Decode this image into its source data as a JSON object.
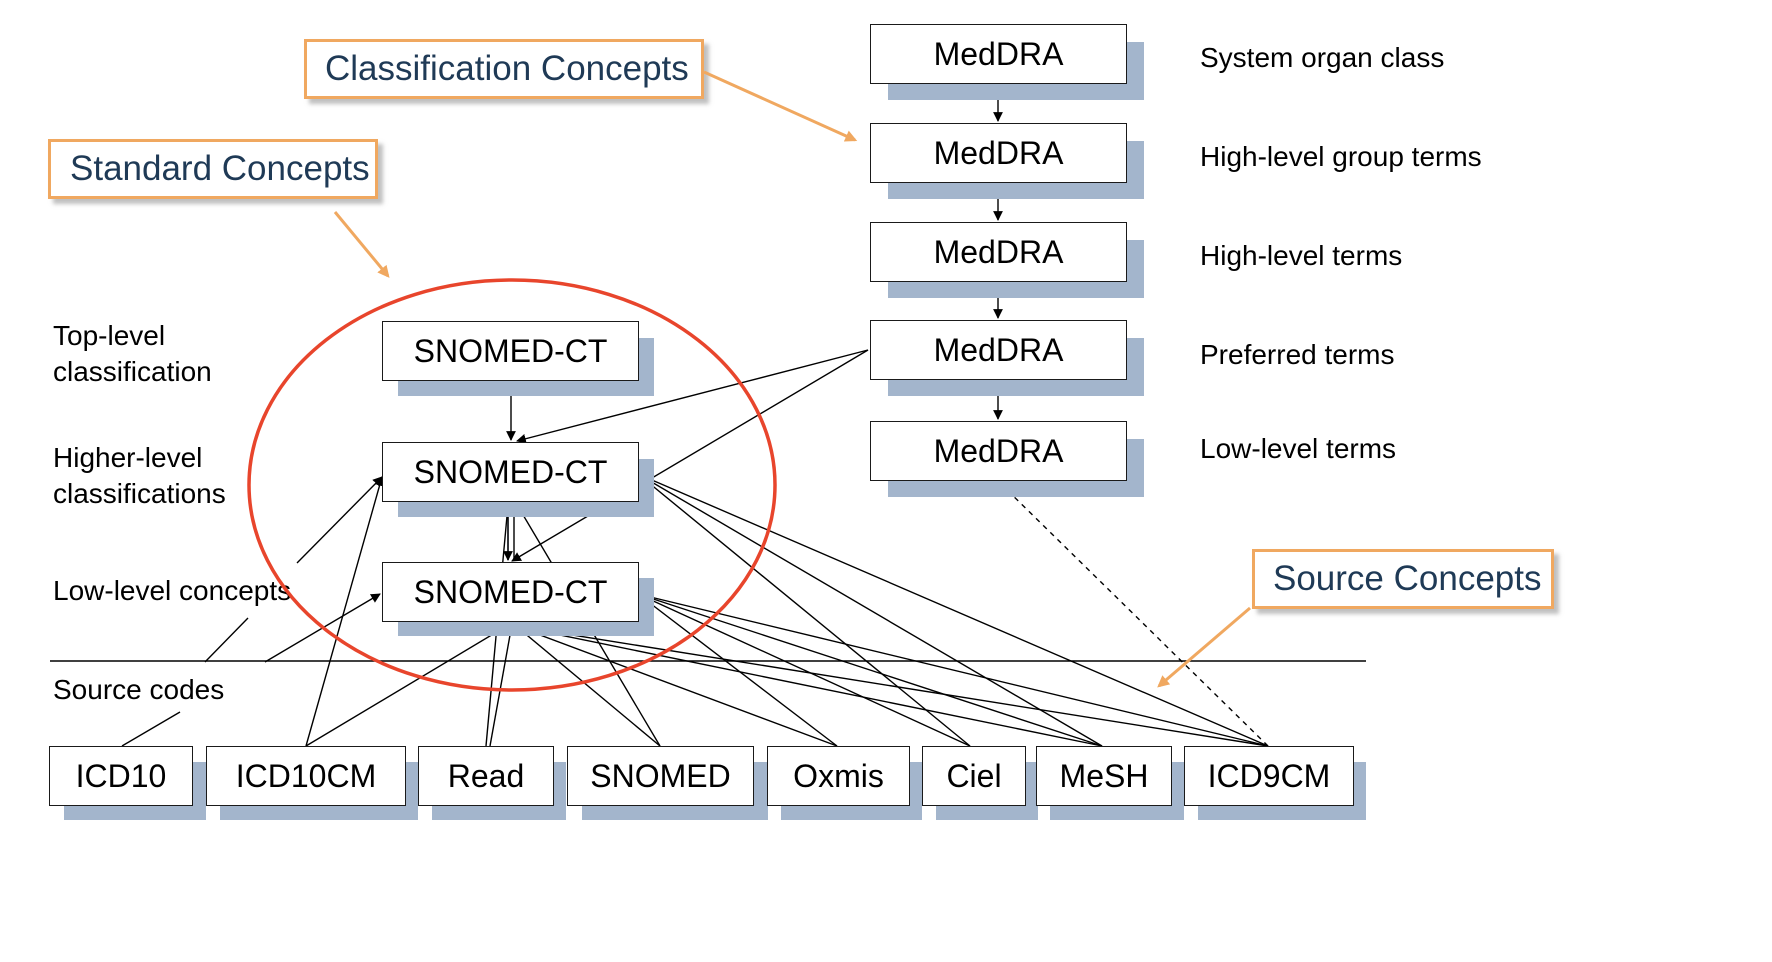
{
  "callouts": {
    "classification": "Classification Concepts",
    "standard": "Standard Concepts",
    "source": "Source Concepts"
  },
  "meddra_boxes": [
    "MedDRA",
    "MedDRA",
    "MedDRA",
    "MedDRA",
    "MedDRA"
  ],
  "meddra_levels": [
    "System organ class",
    "High-level group terms",
    "High-level terms",
    "Preferred terms",
    "Low-level terms"
  ],
  "snomed_boxes": [
    "SNOMED-CT",
    "SNOMED-CT",
    "SNOMED-CT"
  ],
  "left_levels": {
    "top_level": [
      "Top-level",
      "classification"
    ],
    "higher_level": [
      "Higher-level",
      "classifications"
    ],
    "low_level": "Low-level concepts",
    "source_codes": "Source codes"
  },
  "source_boxes": [
    "ICD10",
    "ICD10CM",
    "Read",
    "SNOMED",
    "Oxmis",
    "Ciel",
    "MeSH",
    "ICD9CM"
  ],
  "colors": {
    "callout_border": "#f0a860",
    "callout_text": "#1f3a56",
    "box_shadow": "#a3b5cc",
    "ellipse": "#e8452c",
    "arrow": "#000000"
  }
}
